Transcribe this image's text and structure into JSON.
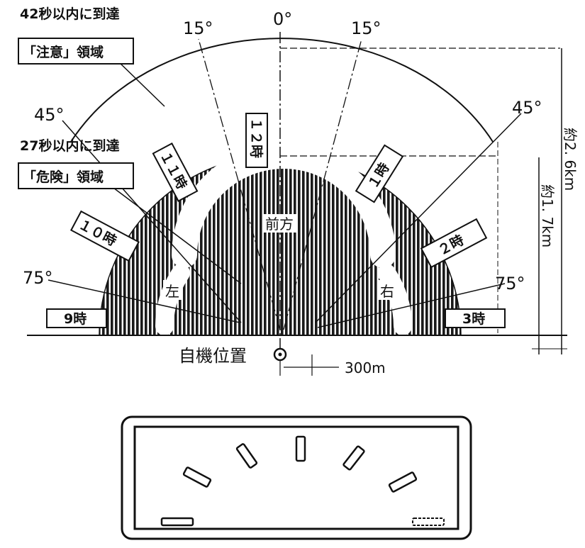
{
  "zones": {
    "caution_time": "42秒以内に到達",
    "caution_label": "「注意」領域",
    "danger_time": "27秒以内に到達",
    "danger_label": "「危険」領域"
  },
  "angles": {
    "zero": "0°",
    "left15": "15°",
    "right15": "15°",
    "left45": "45°",
    "right45": "45°",
    "left75": "75°",
    "right75": "75°"
  },
  "clock": {
    "h12": "１２時",
    "h11": "１１時",
    "h1": "１時",
    "h10": "１０時",
    "h2": "２時",
    "h9": "9時",
    "h3": "3時"
  },
  "directions": {
    "front": "前方",
    "left": "左",
    "right": "右"
  },
  "own_position": "自機位置",
  "scale": "300m",
  "distances": {
    "caution": "約2. 6km",
    "danger": "約1. 7km"
  }
}
